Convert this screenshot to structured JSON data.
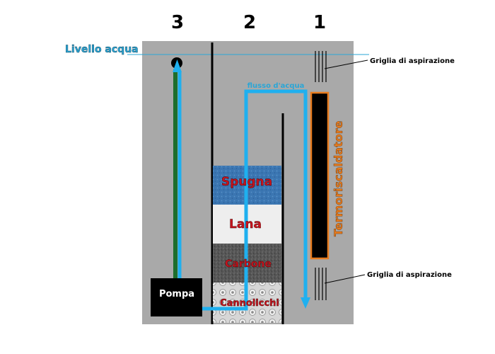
{
  "columns": [
    "3",
    "2",
    "1"
  ],
  "water_level_label": "Livello acqua",
  "flow_label": "flusso d'acqua",
  "intake_grille_top_label": "Griglia di aspirazione",
  "intake_grille_bottom_label": "Griglia di aspirazione",
  "heater_label": "Termoriscaldatore",
  "pump_label": "Pompa",
  "media": [
    "Spugna",
    "Lana",
    "Carbone",
    "Cannolicchi"
  ],
  "colors": {
    "tank": "#a9a9a9",
    "water_flow": "#1fb0ef",
    "return_pipe": "#1e6e2c",
    "heater_border": "#e87c1e",
    "sponge": "#3a74b0",
    "wool": "#eeeeee",
    "carbon": "#5a5a5a",
    "ceramic": "#c9c9c9",
    "media_text": "#c8141e"
  }
}
